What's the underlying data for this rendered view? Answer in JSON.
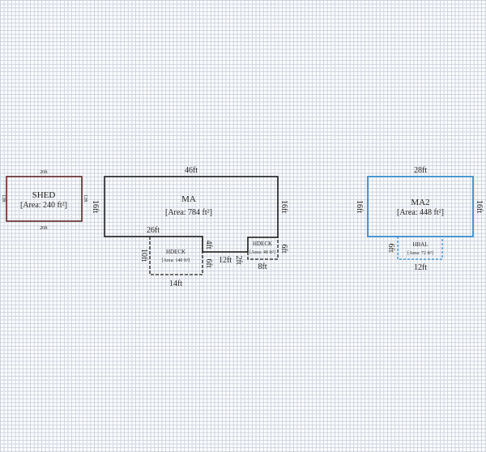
{
  "colors": {
    "main": "#111111",
    "shed": "#5a1a1a",
    "ma2": "#3a8fd0"
  },
  "shed": {
    "name": "SHED",
    "area": "[Area: 240 ft²]",
    "top": "20ft",
    "bottom": "20ft",
    "left": "12ft",
    "right": "12ft"
  },
  "ma": {
    "name": "MA",
    "area": "[Area: 784 ft²]",
    "top": "46ft",
    "left": "16ft",
    "right": "16ft",
    "bottom_left": "26ft",
    "step_down": "4ft",
    "step_mid": "12ft",
    "step_up": "2ft"
  },
  "hdeck1": {
    "name": "HDECK",
    "area": "[Area: 140 ft²]",
    "left": "10ft",
    "right": "6ft",
    "bottom": "14ft"
  },
  "hdeck2": {
    "name": "HDECK",
    "area": "[Area: 48 ft²]",
    "right": "6ft",
    "bottom": "8ft"
  },
  "ma2": {
    "name": "MA2",
    "area": "[Area: 448 ft²]",
    "top": "28ft",
    "left": "16ft",
    "right": "16ft"
  },
  "hbal": {
    "name": "HBAL",
    "area": "[Area: 72 ft²]",
    "left": "6ft",
    "bottom": "12ft"
  }
}
